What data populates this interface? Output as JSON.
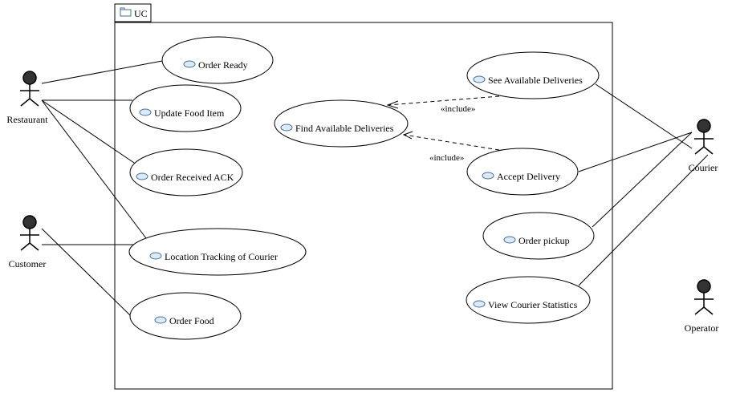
{
  "package": {
    "name": "UC"
  },
  "actors": {
    "restaurant": "Restaurant",
    "customer": "Customer",
    "courier": "Courier",
    "operator": "Operator"
  },
  "use_cases": {
    "order_ready": "Order Ready",
    "update_food_item": "Update Food Item",
    "order_received_ack": "Order Received ACK",
    "location_tracking": "Location Tracking of Courier",
    "order_food": "Order Food",
    "find_available_deliveries": "Find Available Deliveries",
    "see_available_deliveries": "See Available Deliveries",
    "accept_delivery": "Accept Delivery",
    "order_pickup": "Order pickup",
    "view_courier_statistics": "View Courier Statistics"
  },
  "relations": {
    "include_1": "«include»",
    "include_2": "«include»"
  },
  "colors": {
    "actor_head": "#333333",
    "usecase_icon_fill": "#dbeaf7",
    "usecase_icon_stroke": "#4a6f95",
    "line": "#000000"
  }
}
